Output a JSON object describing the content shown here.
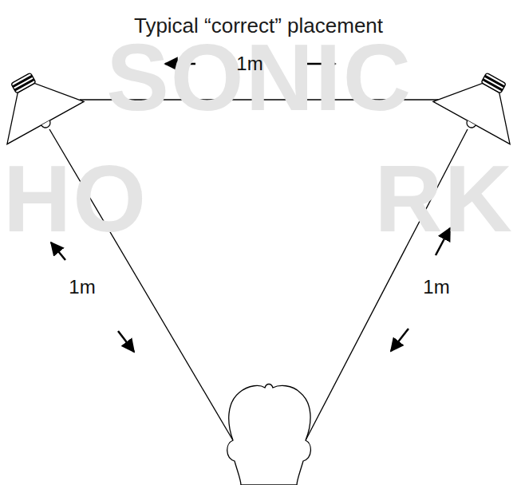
{
  "diagram": {
    "title": "Typical “correct” placement",
    "labels": [
      "SONIC",
      "HO",
      "RK",
      "1m",
      "1m",
      "1m"
    ]
  }
}
